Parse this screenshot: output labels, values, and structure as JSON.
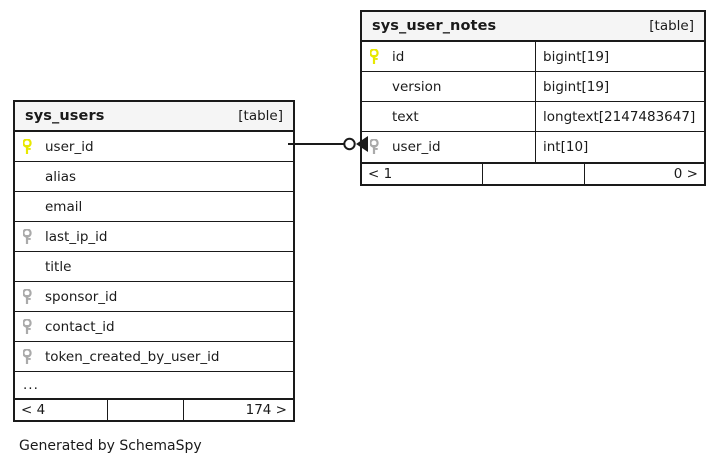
{
  "diagram": {
    "caption": "Generated by SchemaSpy",
    "kind_label": "[table]",
    "ellipsis": "...",
    "colors": {
      "primary_key": "#e8e800",
      "foreign_key": "#aaaaaa",
      "border": "#1a1a1a",
      "header_background": "#f5f5f5",
      "background": "#ffffff"
    },
    "relationship": {
      "from_table": "sys_users",
      "from_column": "user_id",
      "to_table": "sys_user_notes",
      "to_column": "user_id",
      "source_cardinality": "zero-or-one",
      "target_cardinality": "many"
    }
  },
  "tables": [
    {
      "id": "sys-users",
      "name": "sys_users",
      "kind": "[table]",
      "has_type_column": false,
      "has_more_columns": true,
      "columns": [
        {
          "name": "user_id",
          "type": "",
          "key": "primary"
        },
        {
          "name": "alias",
          "type": "",
          "key": "none"
        },
        {
          "name": "email",
          "type": "",
          "key": "none"
        },
        {
          "name": "last_ip_id",
          "type": "",
          "key": "foreign"
        },
        {
          "name": "title",
          "type": "",
          "key": "none"
        },
        {
          "name": "sponsor_id",
          "type": "",
          "key": "foreign"
        },
        {
          "name": "contact_id",
          "type": "",
          "key": "foreign"
        },
        {
          "name": "token_created_by_user_id",
          "type": "",
          "key": "foreign"
        }
      ],
      "footer": {
        "left": "< 4",
        "middle": "",
        "right": "174 >"
      }
    },
    {
      "id": "sys-user-notes",
      "name": "sys_user_notes",
      "kind": "[table]",
      "has_type_column": true,
      "has_more_columns": false,
      "columns": [
        {
          "name": "id",
          "type": "bigint[19]",
          "key": "primary"
        },
        {
          "name": "version",
          "type": "bigint[19]",
          "key": "none"
        },
        {
          "name": "text",
          "type": "longtext[2147483647]",
          "key": "none"
        },
        {
          "name": "user_id",
          "type": "int[10]",
          "key": "foreign"
        }
      ],
      "footer": {
        "left": "< 1",
        "middle": "",
        "right": "0 >"
      }
    }
  ]
}
